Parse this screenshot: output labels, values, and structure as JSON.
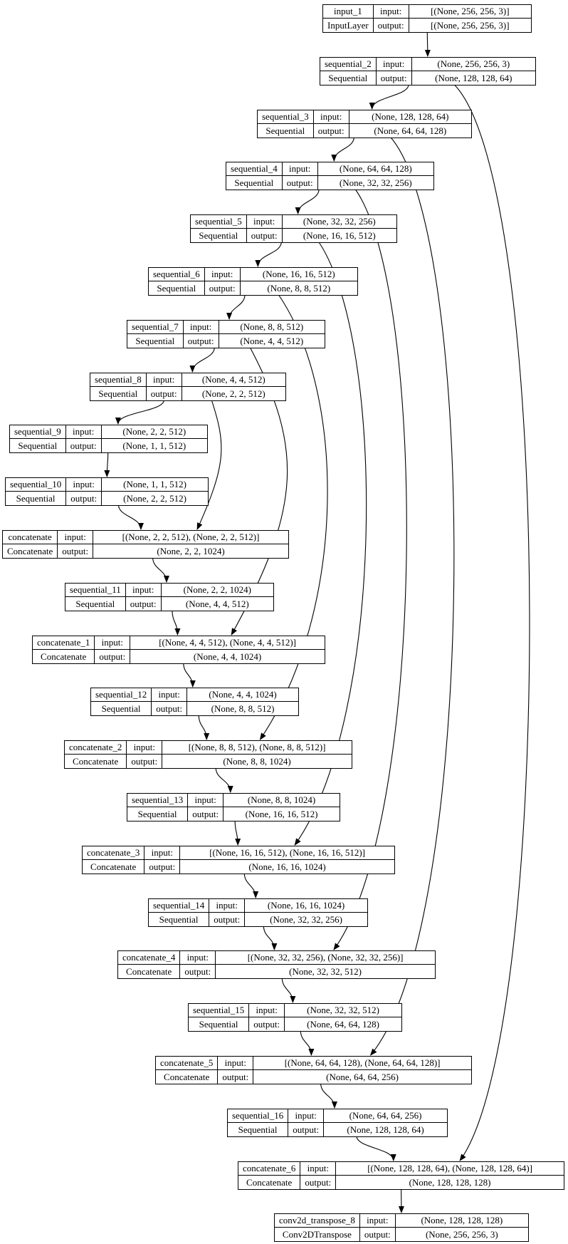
{
  "diagram": {
    "type": "keras-model-plot",
    "field_labels": {
      "input": "input:",
      "output": "output:"
    },
    "colors": {
      "background": "#ffffff",
      "node_fill": "#ffffff",
      "node_border": "#000000",
      "edge": "#000000",
      "text": "#000000"
    },
    "nodes": [
      {
        "id": "input_1",
        "name": "input_1",
        "layer_type": "InputLayer",
        "input_shape": "[(None, 256, 256, 3)]",
        "output_shape": "[(None, 256, 256, 3)]"
      },
      {
        "id": "sequential_2",
        "name": "sequential_2",
        "layer_type": "Sequential",
        "input_shape": "(None, 256, 256, 3)",
        "output_shape": "(None, 128, 128, 64)"
      },
      {
        "id": "sequential_3",
        "name": "sequential_3",
        "layer_type": "Sequential",
        "input_shape": "(None, 128, 128, 64)",
        "output_shape": "(None, 64, 64, 128)"
      },
      {
        "id": "sequential_4",
        "name": "sequential_4",
        "layer_type": "Sequential",
        "input_shape": "(None, 64, 64, 128)",
        "output_shape": "(None, 32, 32, 256)"
      },
      {
        "id": "sequential_5",
        "name": "sequential_5",
        "layer_type": "Sequential",
        "input_shape": "(None, 32, 32, 256)",
        "output_shape": "(None, 16, 16, 512)"
      },
      {
        "id": "sequential_6",
        "name": "sequential_6",
        "layer_type": "Sequential",
        "input_shape": "(None, 16, 16, 512)",
        "output_shape": "(None, 8, 8, 512)"
      },
      {
        "id": "sequential_7",
        "name": "sequential_7",
        "layer_type": "Sequential",
        "input_shape": "(None, 8, 8, 512)",
        "output_shape": "(None, 4, 4, 512)"
      },
      {
        "id": "sequential_8",
        "name": "sequential_8",
        "layer_type": "Sequential",
        "input_shape": "(None, 4, 4, 512)",
        "output_shape": "(None, 2, 2, 512)"
      },
      {
        "id": "sequential_9",
        "name": "sequential_9",
        "layer_type": "Sequential",
        "input_shape": "(None, 2, 2, 512)",
        "output_shape": "(None, 1, 1, 512)"
      },
      {
        "id": "sequential_10",
        "name": "sequential_10",
        "layer_type": "Sequential",
        "input_shape": "(None, 1, 1, 512)",
        "output_shape": "(None, 2, 2, 512)"
      },
      {
        "id": "concatenate",
        "name": "concatenate",
        "layer_type": "Concatenate",
        "input_shape": "[(None, 2, 2, 512), (None, 2, 2, 512)]",
        "output_shape": "(None, 2, 2, 1024)"
      },
      {
        "id": "sequential_11",
        "name": "sequential_11",
        "layer_type": "Sequential",
        "input_shape": "(None, 2, 2, 1024)",
        "output_shape": "(None, 4, 4, 512)"
      },
      {
        "id": "concatenate_1",
        "name": "concatenate_1",
        "layer_type": "Concatenate",
        "input_shape": "[(None, 4, 4, 512), (None, 4, 4, 512)]",
        "output_shape": "(None, 4, 4, 1024)"
      },
      {
        "id": "sequential_12",
        "name": "sequential_12",
        "layer_type": "Sequential",
        "input_shape": "(None, 4, 4, 1024)",
        "output_shape": "(None, 8, 8, 512)"
      },
      {
        "id": "concatenate_2",
        "name": "concatenate_2",
        "layer_type": "Concatenate",
        "input_shape": "[(None, 8, 8, 512), (None, 8, 8, 512)]",
        "output_shape": "(None, 8, 8, 1024)"
      },
      {
        "id": "sequential_13",
        "name": "sequential_13",
        "layer_type": "Sequential",
        "input_shape": "(None, 8, 8, 1024)",
        "output_shape": "(None, 16, 16, 512)"
      },
      {
        "id": "concatenate_3",
        "name": "concatenate_3",
        "layer_type": "Concatenate",
        "input_shape": "[(None, 16, 16, 512), (None, 16, 16, 512)]",
        "output_shape": "(None, 16, 16, 1024)"
      },
      {
        "id": "sequential_14",
        "name": "sequential_14",
        "layer_type": "Sequential",
        "input_shape": "(None, 16, 16, 1024)",
        "output_shape": "(None, 32, 32, 256)"
      },
      {
        "id": "concatenate_4",
        "name": "concatenate_4",
        "layer_type": "Concatenate",
        "input_shape": "[(None, 32, 32, 256), (None, 32, 32, 256)]",
        "output_shape": "(None, 32, 32, 512)"
      },
      {
        "id": "sequential_15",
        "name": "sequential_15",
        "layer_type": "Sequential",
        "input_shape": "(None, 32, 32, 512)",
        "output_shape": "(None, 64, 64, 128)"
      },
      {
        "id": "concatenate_5",
        "name": "concatenate_5",
        "layer_type": "Concatenate",
        "input_shape": "[(None, 64, 64, 128), (None, 64, 64, 128)]",
        "output_shape": "(None, 64, 64, 256)"
      },
      {
        "id": "sequential_16",
        "name": "sequential_16",
        "layer_type": "Sequential",
        "input_shape": "(None, 64, 64, 256)",
        "output_shape": "(None, 128, 128, 64)"
      },
      {
        "id": "concatenate_6",
        "name": "concatenate_6",
        "layer_type": "Concatenate",
        "input_shape": "[(None, 128, 128, 64), (None, 128, 128, 64)]",
        "output_shape": "(None, 128, 128, 128)"
      },
      {
        "id": "conv2d_transpose_8",
        "name": "conv2d_transpose_8",
        "layer_type": "Conv2DTranspose",
        "input_shape": "(None, 128, 128, 128)",
        "output_shape": "(None, 256, 256, 3)"
      }
    ],
    "edges": [
      {
        "from": "input_1",
        "to": "sequential_2"
      },
      {
        "from": "sequential_2",
        "to": "sequential_3"
      },
      {
        "from": "sequential_3",
        "to": "sequential_4"
      },
      {
        "from": "sequential_4",
        "to": "sequential_5"
      },
      {
        "from": "sequential_5",
        "to": "sequential_6"
      },
      {
        "from": "sequential_6",
        "to": "sequential_7"
      },
      {
        "from": "sequential_7",
        "to": "sequential_8"
      },
      {
        "from": "sequential_8",
        "to": "sequential_9"
      },
      {
        "from": "sequential_9",
        "to": "sequential_10"
      },
      {
        "from": "sequential_10",
        "to": "concatenate"
      },
      {
        "from": "sequential_8",
        "to": "concatenate"
      },
      {
        "from": "concatenate",
        "to": "sequential_11"
      },
      {
        "from": "sequential_11",
        "to": "concatenate_1"
      },
      {
        "from": "sequential_7",
        "to": "concatenate_1"
      },
      {
        "from": "concatenate_1",
        "to": "sequential_12"
      },
      {
        "from": "sequential_12",
        "to": "concatenate_2"
      },
      {
        "from": "sequential_6",
        "to": "concatenate_2"
      },
      {
        "from": "concatenate_2",
        "to": "sequential_13"
      },
      {
        "from": "sequential_13",
        "to": "concatenate_3"
      },
      {
        "from": "sequential_5",
        "to": "concatenate_3"
      },
      {
        "from": "concatenate_3",
        "to": "sequential_14"
      },
      {
        "from": "sequential_14",
        "to": "concatenate_4"
      },
      {
        "from": "sequential_4",
        "to": "concatenate_4"
      },
      {
        "from": "concatenate_4",
        "to": "sequential_15"
      },
      {
        "from": "sequential_15",
        "to": "concatenate_5"
      },
      {
        "from": "sequential_3",
        "to": "concatenate_5"
      },
      {
        "from": "concatenate_5",
        "to": "sequential_16"
      },
      {
        "from": "sequential_16",
        "to": "concatenate_6"
      },
      {
        "from": "sequential_2",
        "to": "concatenate_6"
      },
      {
        "from": "concatenate_6",
        "to": "conv2d_transpose_8"
      }
    ]
  }
}
